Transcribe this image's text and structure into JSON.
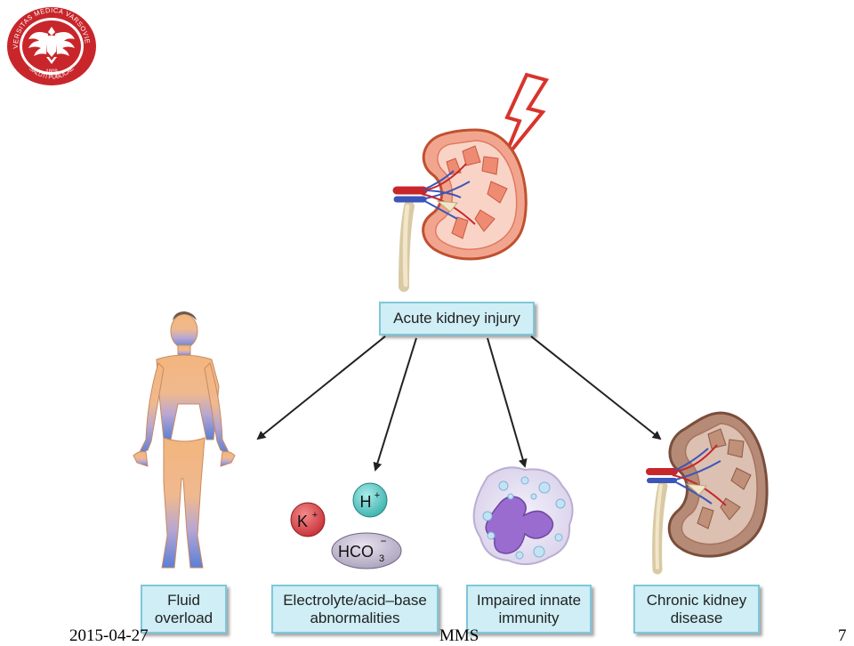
{
  "logo": {
    "ring_text": "UNIVERSITAS MEDICA VARSOVIENSIS",
    "motto": "SALUTI PUBLICAE",
    "year": "1809"
  },
  "center_box": "Acute kidney injury",
  "outcomes": [
    {
      "line1": "Fluid",
      "line2": "overload"
    },
    {
      "line1": "Electrolyte/acid–base",
      "line2": "abnormalities"
    },
    {
      "line1": "Impaired innate",
      "line2": "immunity"
    },
    {
      "line1": "Chronic kidney",
      "line2": "disease"
    }
  ],
  "ions": {
    "potassium": "K",
    "hydrogen": "H",
    "bicarbonate": "HCO",
    "bicarbonate_sub": "3",
    "plus": "+",
    "minus": "−"
  },
  "footer": {
    "date": "2015-04-27",
    "center": "MMS",
    "page": "7"
  },
  "colors": {
    "box_fill": "#cfeef5",
    "box_border": "#7fc7da",
    "logo_red": "#c8262b",
    "lightning": "#d8342c"
  }
}
